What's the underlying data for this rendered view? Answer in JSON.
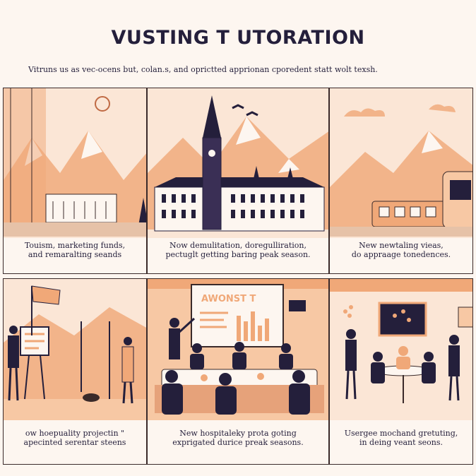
{
  "header": {
    "title": "VUSTING T UTORATION",
    "subtitle": "Vitruns us as vec-ocens but, colan.s, and oprictted apprionan cporedent  statt wolt texsh."
  },
  "panels": [
    {
      "caption_line1": "Touism, marketing funds,",
      "caption_line2": "and remaralting seands"
    },
    {
      "caption_line1": "Now demulitation,  doregulliration,",
      "caption_line2": "pectuglt getting baring peak season."
    },
    {
      "caption_line1": "New newtaling vieas,",
      "caption_line2": "do appraage tonedences."
    },
    {
      "caption_line1": "ow hoepuality projectin \"",
      "caption_line2": "apecinted serentar steens"
    },
    {
      "caption_line1": "New hospitaleky prota goting",
      "caption_line2": "exprigated durice preak seasons."
    },
    {
      "caption_line1": "Usergee mochand gretuting,",
      "caption_line2": "in deing veant seons."
    }
  ],
  "board_text": "AWONST T",
  "colors": {
    "accent": "#f0a878",
    "ink": "#241f3b",
    "background": "#fdf6f0",
    "peach": "#f7c8a4"
  }
}
